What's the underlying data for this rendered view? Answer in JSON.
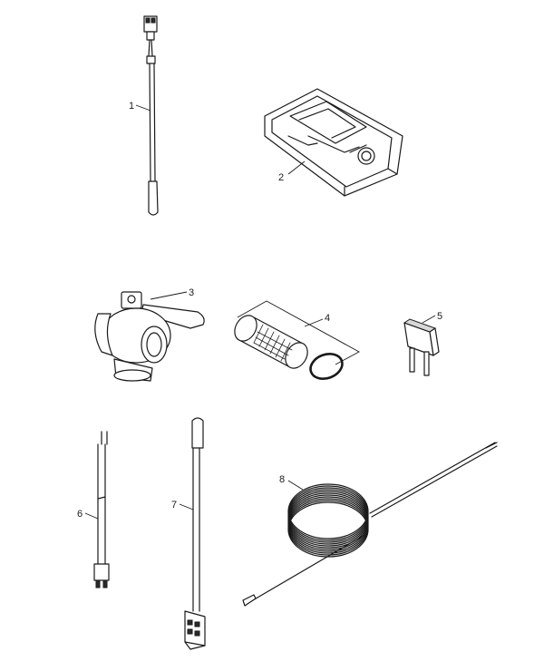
{
  "callouts": {
    "p1": "1",
    "p2": "2",
    "p3": "3",
    "p4": "4",
    "p5": "5",
    "p6": "6",
    "p7": "7",
    "p8": "8"
  },
  "parts": [
    {
      "id": "1",
      "icon": "sensor-with-connector-icon"
    },
    {
      "id": "2",
      "icon": "housing-cover-icon"
    },
    {
      "id": "3",
      "icon": "ball-valve-icon"
    },
    {
      "id": "4",
      "icon": "strainer-with-o-ring-icon"
    },
    {
      "id": "5",
      "icon": "jumper-bridge-icon"
    },
    {
      "id": "6",
      "icon": "cable-with-plug-icon"
    },
    {
      "id": "7",
      "icon": "probe-with-terminal-icon"
    },
    {
      "id": "8",
      "icon": "coiled-capillary-sensor-icon"
    }
  ],
  "colors": {
    "line": "#1a1a1a",
    "background": "#ffffff"
  }
}
